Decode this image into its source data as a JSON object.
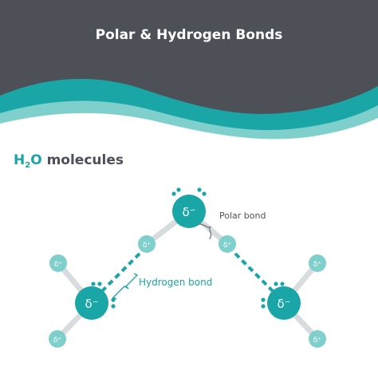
{
  "title": "Polar & Hydrogen Bonds",
  "subtitle": {
    "h": "H",
    "sub": "2",
    "o": "O",
    "rest": " molecules"
  },
  "labels": {
    "polar_bond": "Polar bond",
    "hydrogen_bond": "Hydrogen bond"
  },
  "charges": {
    "oxygen": "δ⁻",
    "hydrogen": "δ⁺"
  },
  "colors": {
    "header": "#4d5157",
    "wave_dark": "#1aa5a6",
    "wave_light": "#7fd0cc",
    "oxygen": "#1aa5a6",
    "hydrogen": "#7fd0cc",
    "bond": "#d7dcdf",
    "label": "#1aa5a6",
    "bracket": "#6f767c"
  }
}
